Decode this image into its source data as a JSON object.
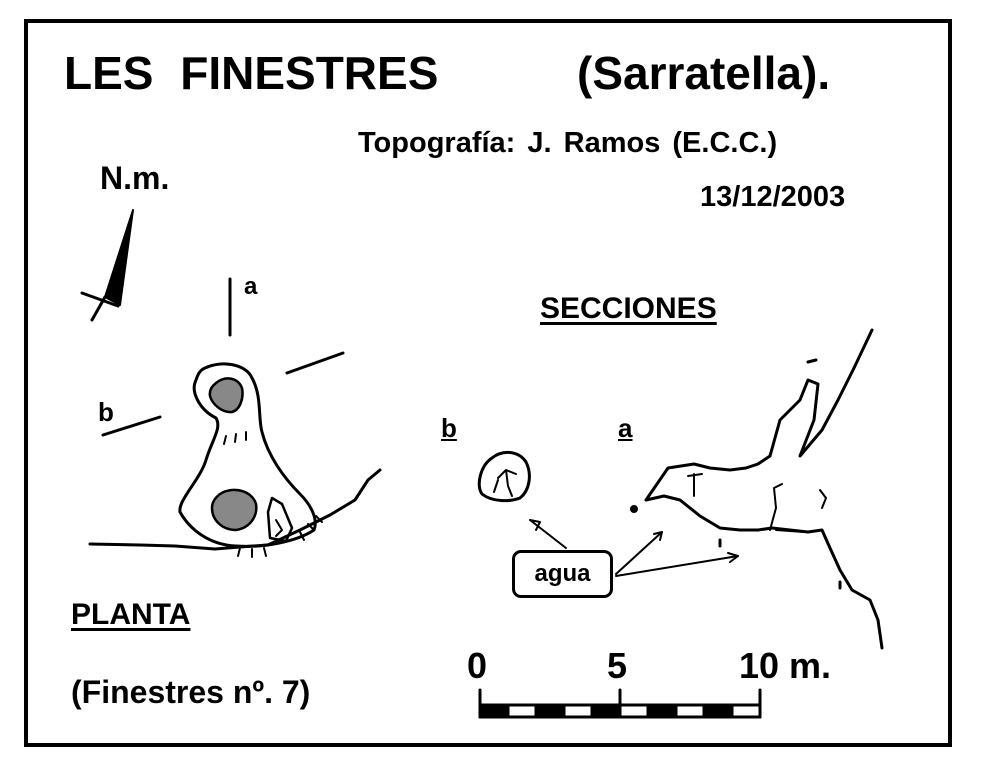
{
  "header": {
    "title": "LES  FINESTRES",
    "location": "(Sarratella).",
    "credit": "Topografía:  J. Ramos  (E.C.C.)",
    "date": "13/12/2003"
  },
  "north": {
    "label": "N.m.",
    "icon": "north-arrow-icon"
  },
  "plan": {
    "heading": "PLANTA",
    "subtitle": "(Finestres nº. 7)",
    "section_a_label": "a",
    "section_b_label": "b"
  },
  "sections": {
    "heading": "SECCIONES",
    "b_label": "b",
    "a_label": "a",
    "water_label": "agua"
  },
  "scale": {
    "ticks": [
      "0",
      "5",
      "10 m."
    ]
  },
  "colors": {
    "ink": "#000000",
    "paper": "#ffffff",
    "water_fill": "#888888"
  }
}
